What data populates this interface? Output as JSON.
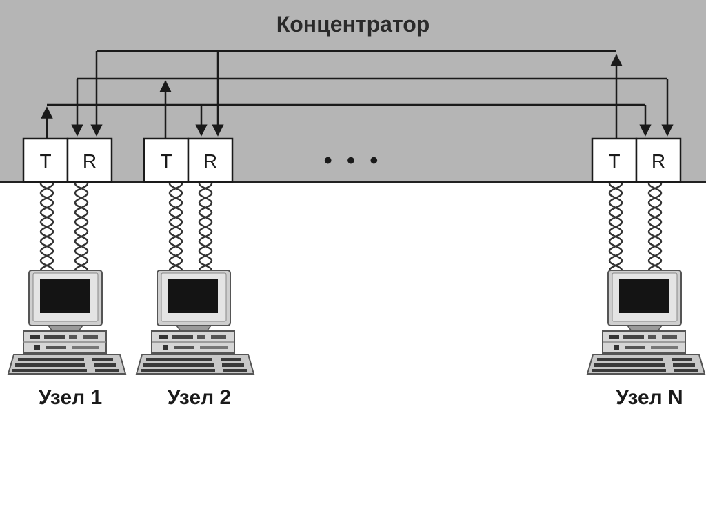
{
  "hub": {
    "title": "Концентратор",
    "fill_color": "#b5b5b5"
  },
  "ports": {
    "transmit_label": "T",
    "receive_label": "R"
  },
  "nodes": [
    {
      "label": "Узел 1"
    },
    {
      "label": "Узел 2"
    },
    {
      "label": "Узел N"
    }
  ],
  "ellipsis": "• • •"
}
